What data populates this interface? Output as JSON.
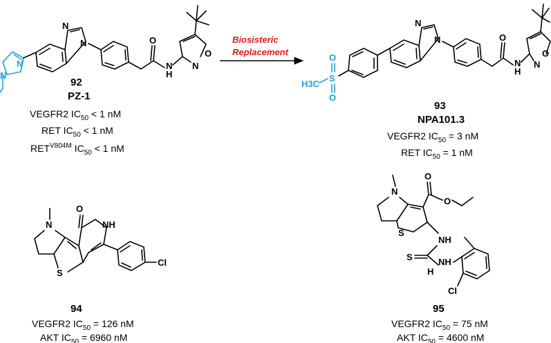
{
  "compounds": {
    "c92": {
      "number": "92",
      "name": "PZ-1",
      "act1": {
        "label": "VEGFR2 IC",
        "sub": "50",
        "val": " < 1 nM"
      },
      "act2": {
        "label": "RET IC",
        "sub": "50",
        "val": " < 1 nM"
      },
      "act3": {
        "label": "RET",
        "sup": "V804M",
        "mid": "  IC",
        "sub": "50",
        "val": " < 1 nM"
      }
    },
    "c93": {
      "number": "93",
      "name": "NPA101.3",
      "act1": {
        "label": "VEGFR2 IC",
        "sub": "50",
        "val": " = 3 nM"
      },
      "act2": {
        "label": "RET IC",
        "sub": "50",
        "val": " = 1 nM"
      }
    },
    "c94": {
      "number": "94",
      "act1": {
        "label": "VEGFR2 IC",
        "sub": "50",
        "val": " = 126 nM"
      },
      "act2": {
        "label": "AKT IC",
        "sub": "50",
        "val": " = 6960 nM"
      }
    },
    "c95": {
      "number": "95",
      "act1": {
        "label": "VEGFR2 IC",
        "sub": "50",
        "val": " = 75 nM"
      },
      "act2": {
        "label": "AKT IC",
        "sub": "50",
        "val": " = 4600 nM"
      }
    }
  },
  "arrow": {
    "line1": "Biosisteric",
    "line2": "Replacement"
  },
  "atoms": {
    "N": "N",
    "H": "H",
    "O": "O",
    "S": "S",
    "Cl": "Cl",
    "NH": "NH",
    "CH3": "H3C"
  },
  "colors": {
    "highlight": "#1aa3d6",
    "arrow_text": "#e01818"
  }
}
